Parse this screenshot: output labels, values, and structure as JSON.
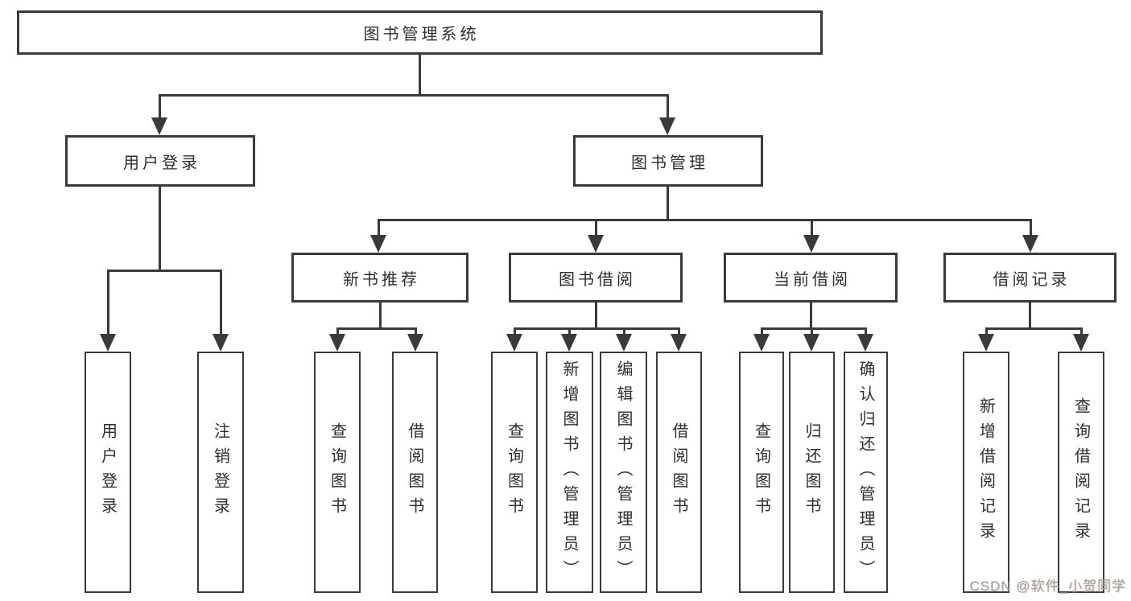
{
  "colors": {
    "line": "#3a3a3a",
    "text": "#2e2e2e",
    "background": "#ffffff",
    "watermark": "#9e9e9e"
  },
  "watermark": {
    "text": "CSDN @软件_小贺同学"
  },
  "tree": {
    "root": {
      "label": "图书管理系统"
    },
    "branches": {
      "user_login": {
        "label": "用户登录",
        "children": {
          "login": {
            "label": "用户登录"
          },
          "logout": {
            "label": "注销登录"
          }
        }
      },
      "book_management": {
        "label": "图书管理",
        "sections": {
          "new_book": {
            "label": "新书推荐",
            "children": {
              "query": {
                "label": "查询图书"
              },
              "borrow": {
                "label": "借阅图书"
              }
            }
          },
          "borrowing": {
            "label": "图书借阅",
            "children": {
              "query": {
                "label": "查询图书"
              },
              "add": {
                "label": "新增图书（管理员）"
              },
              "edit": {
                "label": "编辑图书（管理员）"
              },
              "borrow": {
                "label": "借阅图书"
              }
            }
          },
          "current": {
            "label": "当前借阅",
            "children": {
              "query": {
                "label": "查询图书"
              },
              "return": {
                "label": "归还图书"
              },
              "confirm": {
                "label": "确认归还（管理员）"
              }
            }
          },
          "records": {
            "label": "借阅记录",
            "children": {
              "add": {
                "label": "新增借阅记录"
              },
              "query": {
                "label": "查询借阅记录"
              }
            }
          }
        }
      }
    }
  }
}
